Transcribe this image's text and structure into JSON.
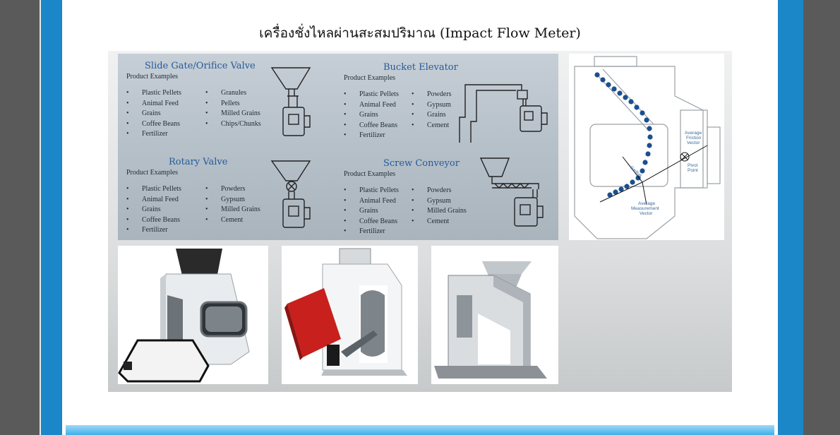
{
  "page": {
    "title": "เครื่องชั่งไหลผ่านสะสมปริมาณ (Impact Flow Meter)"
  },
  "sections": {
    "slide_gate": {
      "heading": "Slide Gate/Orifice Valve",
      "examples_label": "Product Examples",
      "col1": [
        "Plastic Pellets",
        "Animal Feed",
        "Grains",
        "Coffee Beans",
        "Fertilizer"
      ],
      "col2": [
        "Granules",
        "Pellets",
        "Milled Grains",
        "Chips/Chunks"
      ]
    },
    "bucket_elevator": {
      "heading": "Bucket Elevator",
      "examples_label": "Product Examples",
      "col1": [
        "Plastic Pellets",
        "Animal Feed",
        "Grains",
        "Coffee Beans",
        "Fertilizer"
      ],
      "col2": [
        "Powders",
        "Gypsum",
        "Grains",
        "Cement"
      ]
    },
    "rotary_valve": {
      "heading": "Rotary Valve",
      "examples_label": "Product Examples",
      "col1": [
        "Plastic Pellets",
        "Animal Feed",
        "Grains",
        "Coffee Beans",
        "Fertilizer"
      ],
      "col2": [
        "Powders",
        "Gypsum",
        "Milled Grains",
        "Cement"
      ]
    },
    "screw_conveyor": {
      "heading": "Screw Conveyor",
      "examples_label": "Product Examples",
      "col1": [
        "Plastic Pellets",
        "Animal Feed",
        "Grains",
        "Coffee Beans",
        "Fertilizer"
      ],
      "col2": [
        "Powders",
        "Gypsum",
        "Milled Grains",
        "Cement"
      ]
    }
  },
  "diagram": {
    "labels": {
      "friction": "Average Friction Vector",
      "pivot": "Pivot Point",
      "radius": "Radius",
      "measurement": "Average Measurement Vector"
    }
  },
  "colors": {
    "frame_blue": "#1b87c8",
    "heading_blue": "#235b9a",
    "particle_blue": "#1b4f8f",
    "red_housing": "#c8201c"
  }
}
